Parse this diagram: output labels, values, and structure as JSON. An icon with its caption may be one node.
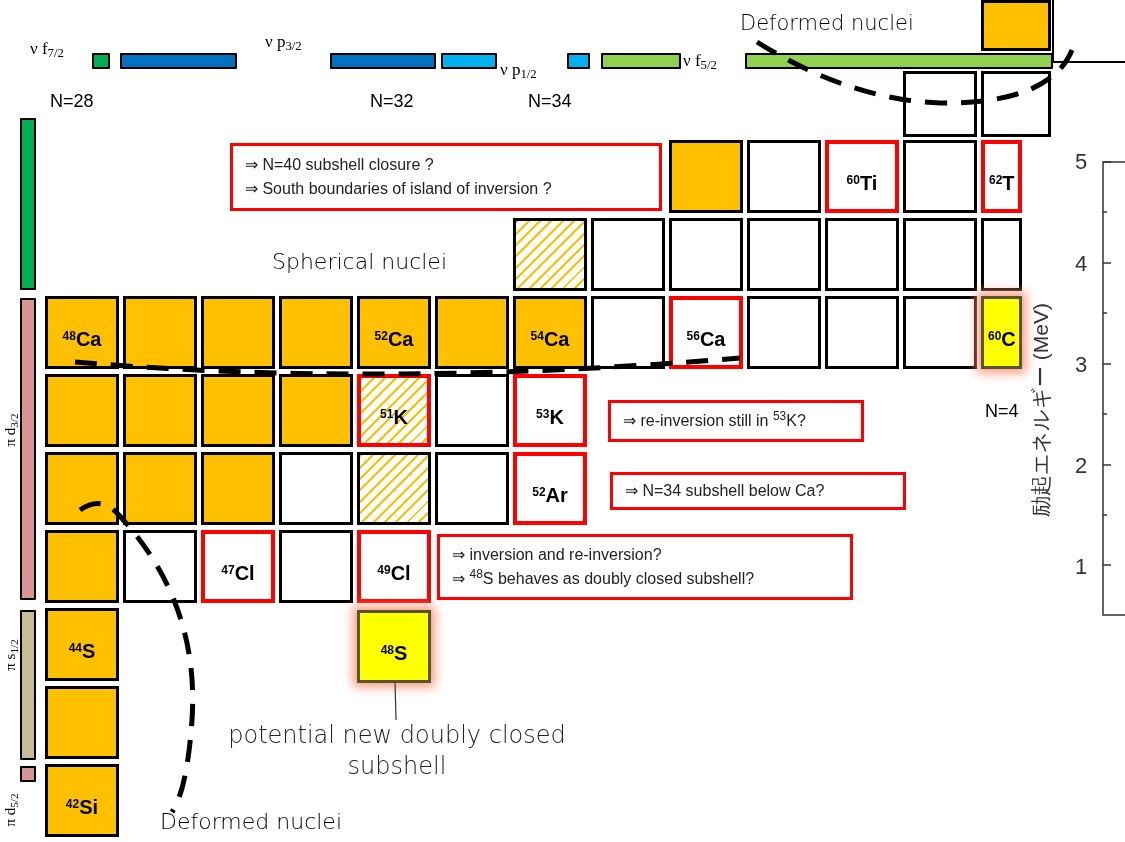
{
  "diagram": {
    "nodes": [
      {
        "text": [],
        "shape": "box"
      },
      {
        "text": [],
        "shape": "box"
      },
      {
        "text": [],
        "shape": "box"
      },
      {
        "text": [
          "⇒ N=40 subshell closure ?",
          "⇒ South boundaries of island of inversion ?"
        ]
      },
      {
        "text": [],
        "shape": "box"
      },
      {
        "text": [],
        "shape": "box"
      },
      {
        "text": [
          "$^{60}$Ti"
        ]
      },
      {
        "text": [],
        "shape": "box"
      },
      {
        "text": [
          "$^{62}$T"
        ]
      },
      {
        "text": [],
        "shape": "box"
      },
      {
        "text": [],
        "shape": "box"
      },
      {
        "text": [],
        "shape": "box"
      },
      {
        "text": [],
        "shape": "box"
      },
      {
        "text": [],
        "shape": "box"
      },
      {
        "text": [],
        "shape": "box"
      },
      {
        "text": [],
        "shape": "box"
      },
      {
        "text": [
          "$^{48}$Ca"
        ]
      },
      {
        "text": [],
        "shape": "box"
      },
      {
        "text": [],
        "shape": "box"
      },
      {
        "text": [],
        "shape": "box"
      },
      {
        "text": [
          "$^{52}$Ca"
        ]
      },
      {
        "text": [],
        "shape": "box"
      },
      {
        "text": [
          "$^{54}$Ca"
        ]
      },
      {
        "text": [],
        "shape": "box"
      },
      {
        "text": [
          "$^{56}$Ca"
        ]
      },
      {
        "text": [],
        "shape": "box"
      },
      {
        "text": [],
        "shape": "box"
      },
      {
        "text": [],
        "shape": "box"
      },
      {
        "text": [
          "$^{60}$C"
        ]
      },
      {
        "text": [],
        "shape": "box"
      },
      {
        "text": [],
        "shape": "box"
      },
      {
        "text": [],
        "shape": "box"
      },
      {
        "text": [],
        "shape": "box"
      },
      {
        "text": [
          "$^{51}$K"
        ]
      },
      {
        "text": [],
        "shape": "box"
      },
      {
        "text": [
          "$^{53}$K"
        ]
      },
      {
        "text": [
          "⇒ re-inversion still in $^{53}$K?"
        ]
      },
      {
        "text": [],
        "shape": "box"
      },
      {
        "text": [],
        "shape": "box"
      },
      {
        "text": [],
        "shape": "box"
      },
      {
        "text": [],
        "shape": "box"
      },
      {
        "text": [],
        "shape": "box"
      },
      {
        "text": [],
        "shape": "box"
      },
      {
        "text": [
          "$^{52}$Ar"
        ]
      },
      {
        "text": [
          "⇒ N=34 subshell below Ca?"
        ]
      },
      {
        "text": [],
        "shape": "box"
      },
      {
        "text": [],
        "shape": "box"
      },
      {
        "text": [
          "$^{47}$Cl"
        ]
      },
      {
        "text": [],
        "shape": "box"
      },
      {
        "text": [
          "$^{49}$Cl"
        ]
      },
      {
        "text": [
          "⇒ inversion and re-inversion?",
          "⇒ $^{48}$S behaves as doubly closed subshell?"
        ]
      },
      {
        "text": [
          "$^{44}$S"
        ]
      },
      {
        "text": [
          "$^{48}$S"
        ]
      },
      {
        "text": [],
        "shape": "box"
      },
      {
        "text": [
          "$^{42}$Si"
        ]
      },
      {
        "text": [
          "potential new doubly closed subshell"
        ]
      },
      {
        "text": [],
        "shape": "bar"
      },
      {
        "text": [],
        "shape": "bar"
      },
      {
        "text": [],
        "shape": "bar"
      },
      {
        "text": [],
        "shape": "bar"
      },
      {
        "text": [],
        "shape": "bar"
      },
      {
        "text": [],
        "shape": "bar"
      },
      {
        "text": [],
        "shape": "bar"
      },
      {
        "text": [],
        "shape": "bar"
      },
      {
        "text": [],
        "shape": "bar"
      },
      {
        "text": [],
        "shape": "bar"
      },
      {
        "text": [],
        "shape": "bar"
      }
    ],
    "edges": [
      {
        "from": 55,
        "to": 52,
        "arrow": "none"
      }
    ],
    "labels": [
      "ν f$_{7/2}$",
      "ν p$_{3/2}$",
      "ν p$_{1/2}$",
      "ν f$_{5/2}$",
      "Deformed nuclei",
      "N=28",
      "N=32",
      "N=34",
      "Spherical nuclei",
      "N=4",
      "π d$_{3/2}$",
      "π s$_{1/2}$",
      "π d$_{5/2}$",
      "Deformed nuclei",
      "励起エネルギー (MeV)",
      "5",
      "4",
      "3",
      "2",
      "1"
    ]
  }
}
